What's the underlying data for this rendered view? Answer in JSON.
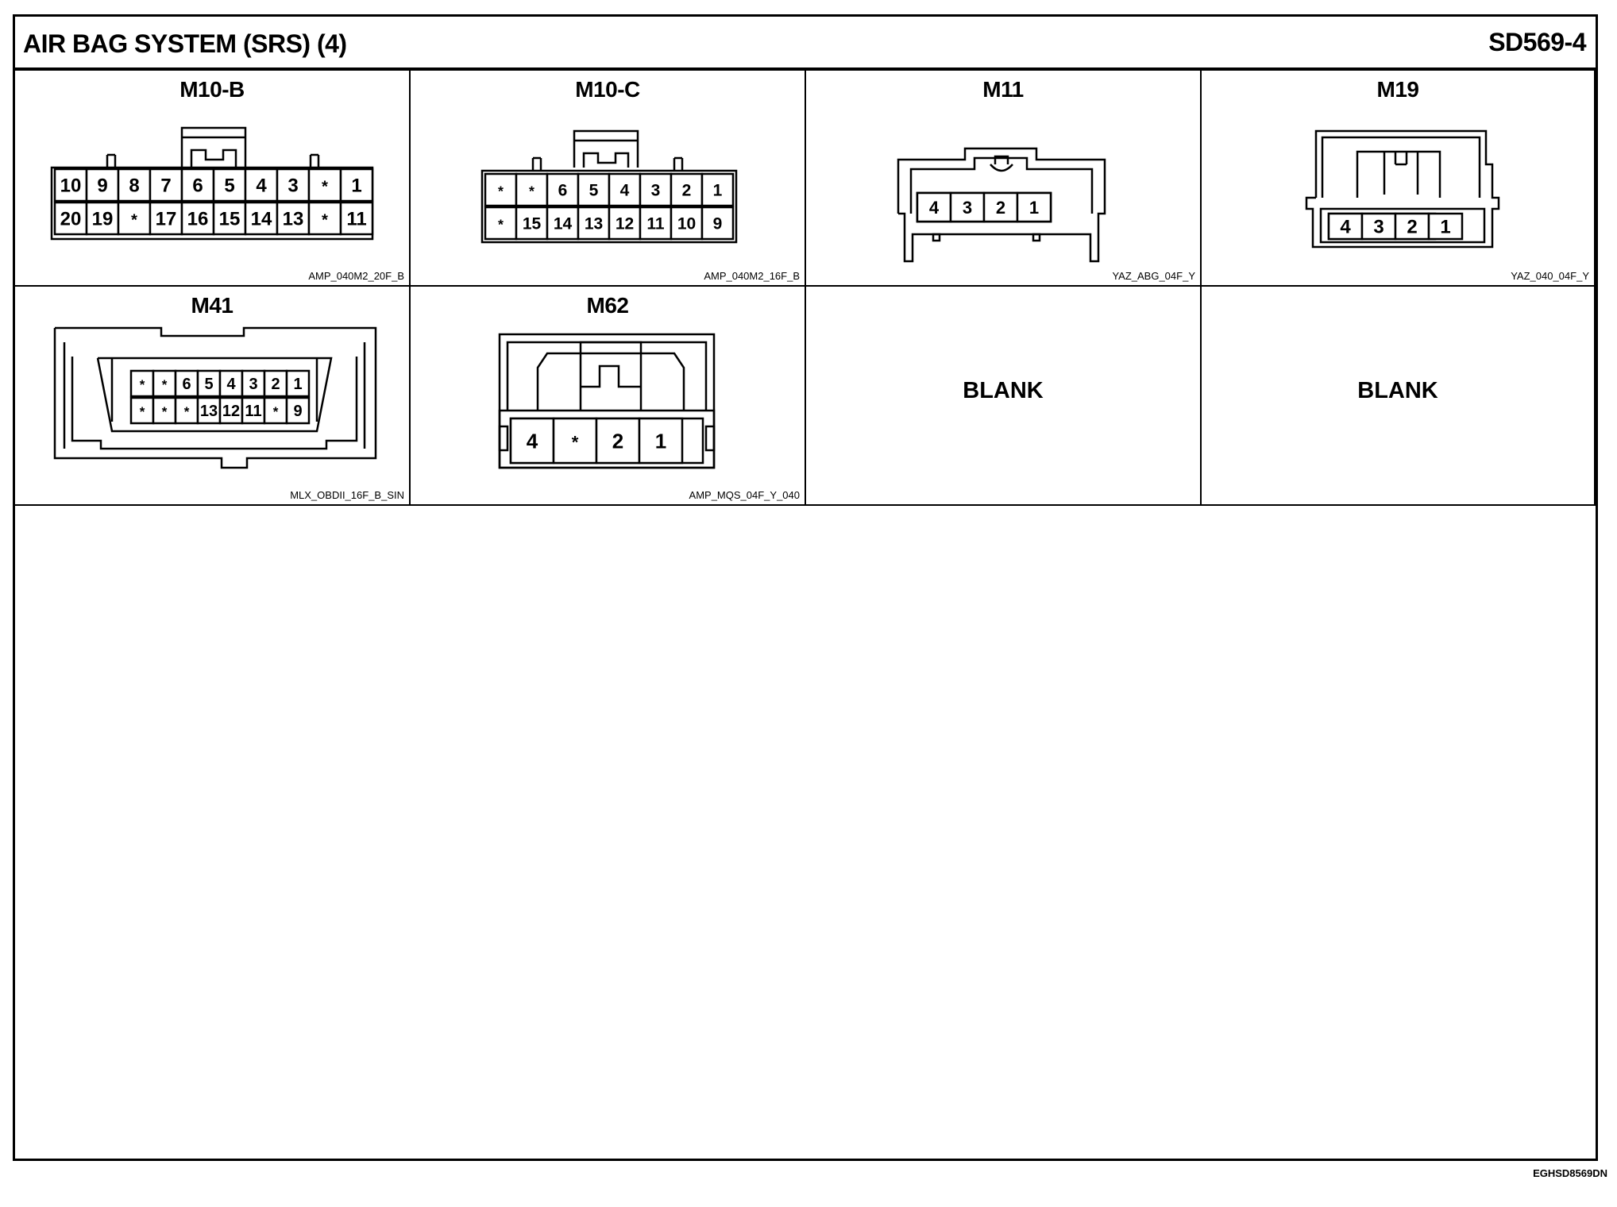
{
  "header": {
    "title": "AIR BAG SYSTEM (SRS) (4)",
    "page_id": "SD569-4"
  },
  "connectors": {
    "m10b": {
      "name": "M10-B",
      "code": "AMP_040M2_20F_B",
      "row1": [
        "10",
        "9",
        "8",
        "7",
        "6",
        "5",
        "4",
        "3",
        "*",
        "1"
      ],
      "row2": [
        "20",
        "19",
        "*",
        "17",
        "16",
        "15",
        "14",
        "13",
        "*",
        "11"
      ]
    },
    "m10c": {
      "name": "M10-C",
      "code": "AMP_040M2_16F_B",
      "row1": [
        "*",
        "*",
        "6",
        "5",
        "4",
        "3",
        "2",
        "1"
      ],
      "row2": [
        "*",
        "15",
        "14",
        "13",
        "12",
        "11",
        "10",
        "9"
      ]
    },
    "m11": {
      "name": "M11",
      "code": "YAZ_ABG_04F_Y",
      "pins": [
        "4",
        "3",
        "2",
        "1"
      ]
    },
    "m19": {
      "name": "M19",
      "code": "YAZ_040_04F_Y",
      "pins": [
        "4",
        "3",
        "2",
        "1"
      ]
    },
    "m41": {
      "name": "M41",
      "code": "MLX_OBDII_16F_B_SIN",
      "row1": [
        "*",
        "*",
        "6",
        "5",
        "4",
        "3",
        "2",
        "1"
      ],
      "row2": [
        "*",
        "*",
        "*",
        "13",
        "12",
        "11",
        "*",
        "9"
      ]
    },
    "m62": {
      "name": "M62",
      "code": "AMP_MQS_04F_Y_040",
      "pins": [
        "4",
        "*",
        "2",
        "1"
      ]
    }
  },
  "blanks": {
    "blank1": "BLANK",
    "blank2": "BLANK"
  },
  "footer": {
    "doc_code": "EGHSD8569DN"
  }
}
